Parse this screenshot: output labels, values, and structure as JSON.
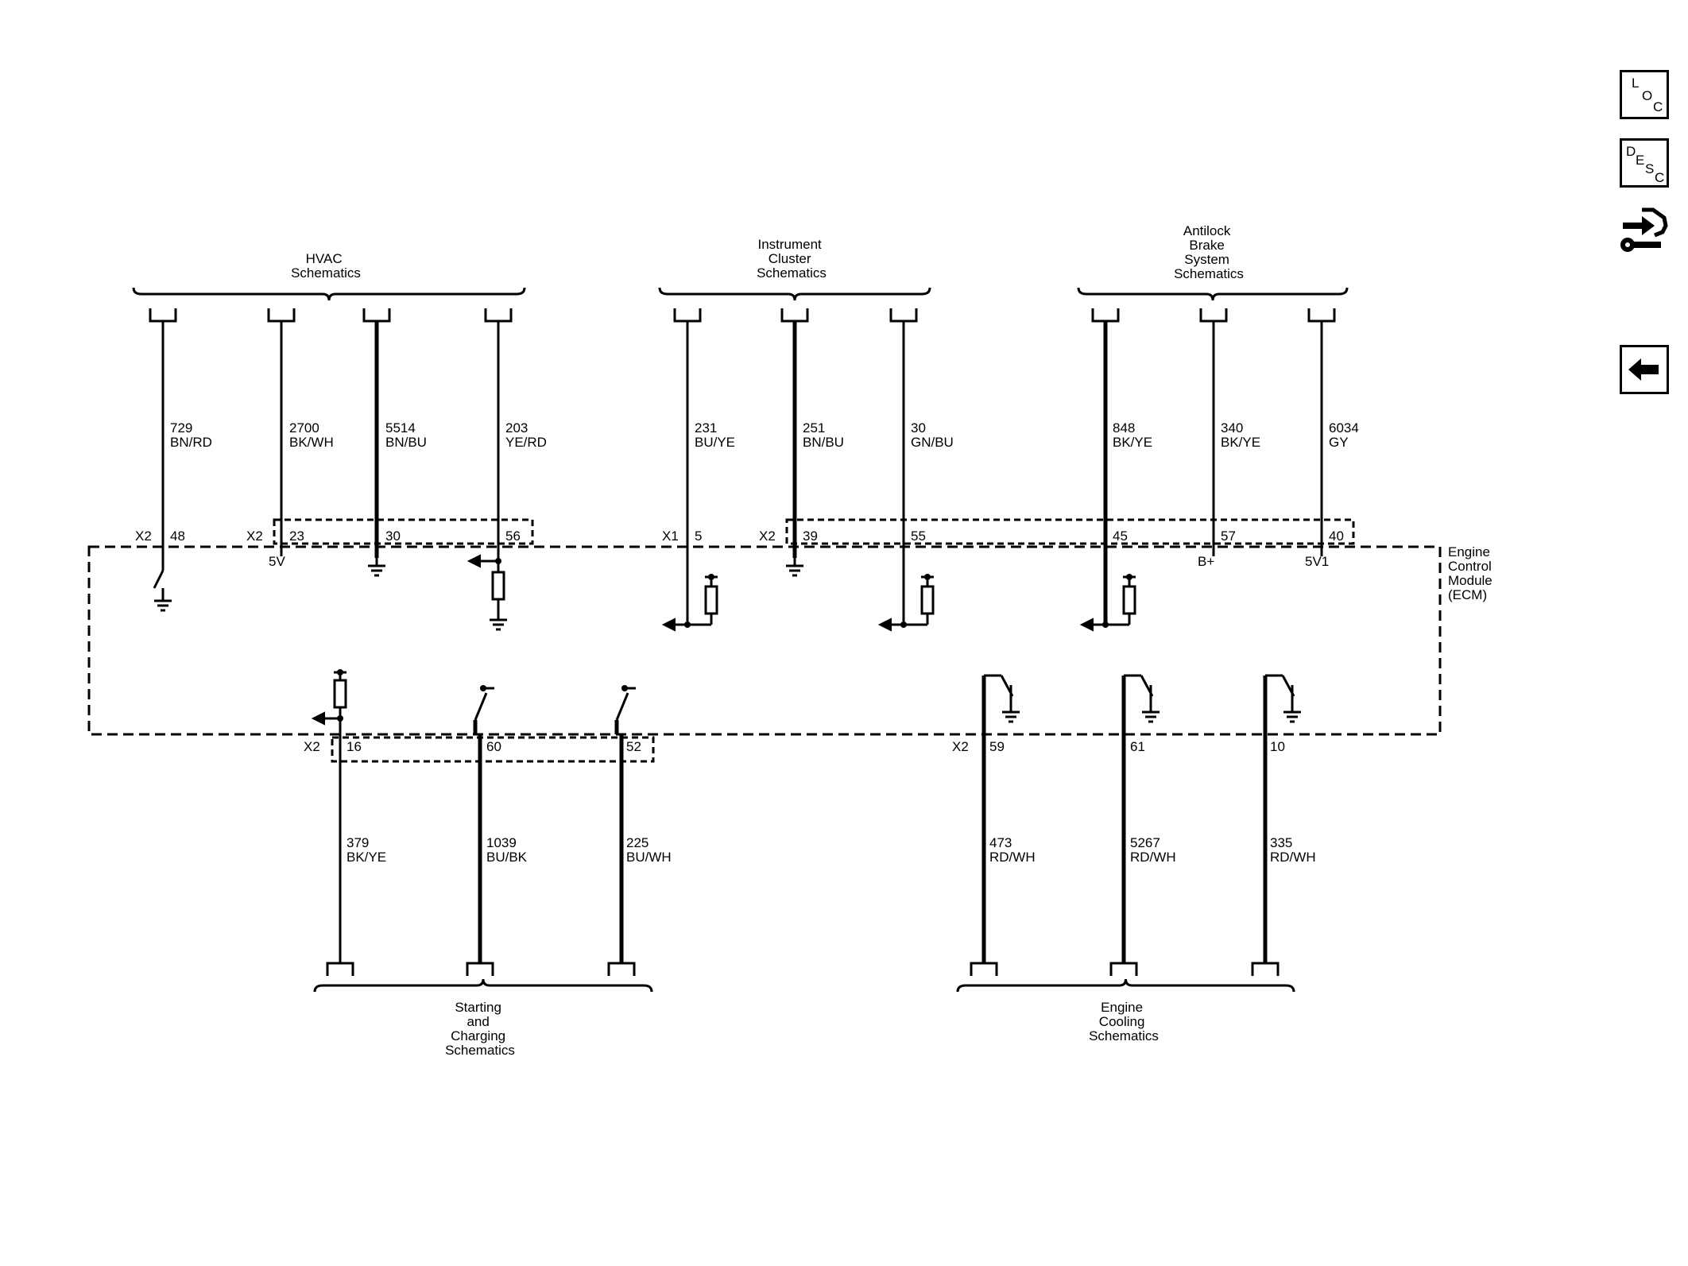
{
  "side_buttons": {
    "loc": [
      "L",
      "O",
      "C"
    ],
    "desc": [
      "D",
      "E",
      "S",
      "C"
    ]
  },
  "module": {
    "name_lines": [
      "Engine",
      "Control",
      "Module",
      "(ECM)"
    ]
  },
  "groups": {
    "hvac": [
      "HVAC",
      "Schematics"
    ],
    "instrument": [
      "Instrument",
      "Cluster",
      "Schematics"
    ],
    "abs": [
      "Antilock",
      "Brake",
      "System",
      "Schematics"
    ],
    "starting": [
      "Starting",
      "and",
      "Charging",
      "Schematics"
    ],
    "cooling": [
      "Engine",
      "Cooling",
      "Schematics"
    ]
  },
  "connectors": {
    "x1": "X1",
    "x2": "X2"
  },
  "internal_labels": {
    "v5": "5V",
    "bplus": "B+",
    "v5_1": "5V1"
  },
  "top_wires": [
    {
      "circuit": "729",
      "color": "BN/RD",
      "pin": "48",
      "connector": "X2"
    },
    {
      "circuit": "2700",
      "color": "BK/WH",
      "pin": "23",
      "connector": "X2"
    },
    {
      "circuit": "5514",
      "color": "BN/BU",
      "pin": "30",
      "connector": ""
    },
    {
      "circuit": "203",
      "color": "YE/RD",
      "pin": "56",
      "connector": ""
    },
    {
      "circuit": "231",
      "color": "BU/YE",
      "pin": "5",
      "connector": "X1"
    },
    {
      "circuit": "251",
      "color": "BN/BU",
      "pin": "39",
      "connector": "X2"
    },
    {
      "circuit": "30",
      "color": "GN/BU",
      "pin": "55",
      "connector": ""
    },
    {
      "circuit": "848",
      "color": "BK/YE",
      "pin": "45",
      "connector": ""
    },
    {
      "circuit": "340",
      "color": "BK/YE",
      "pin": "57",
      "connector": ""
    },
    {
      "circuit": "6034",
      "color": "GY",
      "pin": "40",
      "connector": ""
    }
  ],
  "bottom_wires": [
    {
      "circuit": "379",
      "color": "BK/YE",
      "pin": "16",
      "connector": "X2"
    },
    {
      "circuit": "1039",
      "color": "BU/BK",
      "pin": "60",
      "connector": ""
    },
    {
      "circuit": "225",
      "color": "BU/WH",
      "pin": "52",
      "connector": ""
    },
    {
      "circuit": "473",
      "color": "RD/WH",
      "pin": "59",
      "connector": "X2"
    },
    {
      "circuit": "5267",
      "color": "RD/WH",
      "pin": "61",
      "connector": ""
    },
    {
      "circuit": "335",
      "color": "RD/WH",
      "pin": "10",
      "connector": ""
    }
  ],
  "icons": {
    "loc": "loc-icon",
    "desc": "desc-icon",
    "tool": "connector-tool-icon",
    "back": "back-arrow-icon"
  },
  "colors": {
    "ink": "#000000",
    "background": "#ffffff"
  }
}
